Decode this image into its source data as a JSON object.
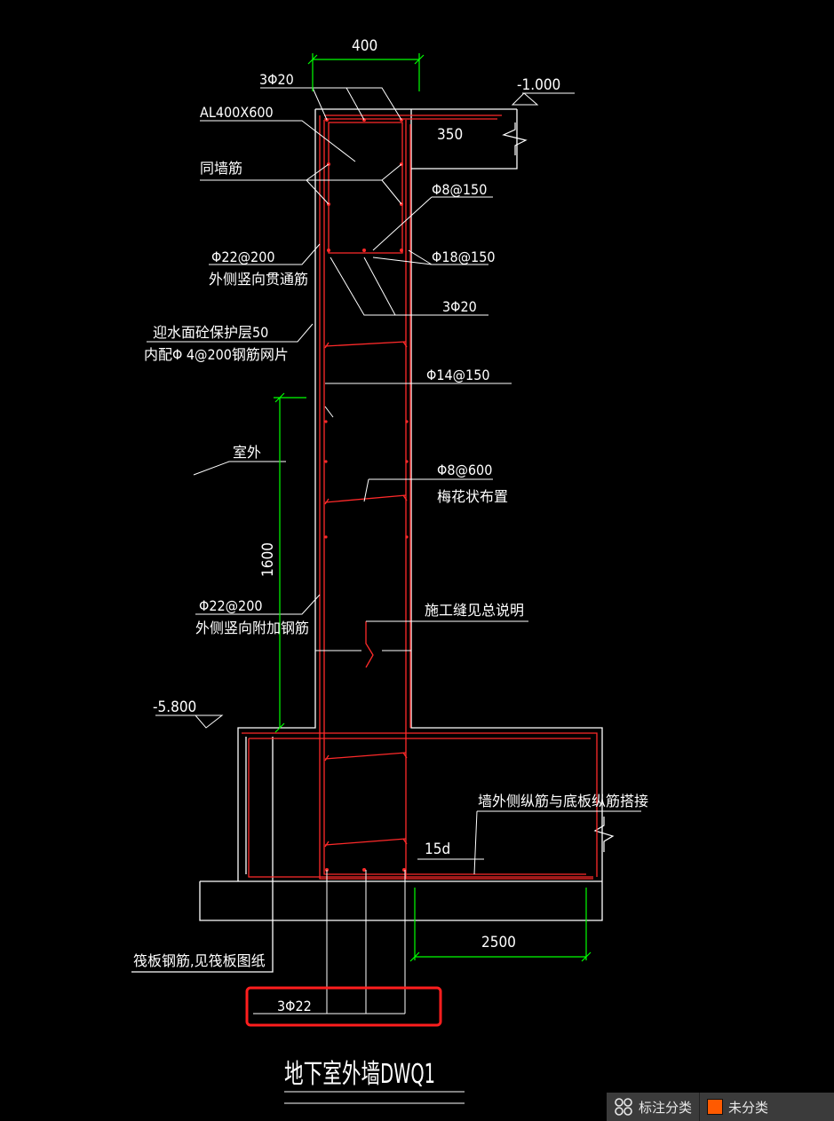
{
  "drawing": {
    "title": "地下室外墙DWQ1",
    "annotations": {
      "dim_400": "400",
      "beam_bars": "3Φ20",
      "beam_size": "AL400X600",
      "elev_top": "-1.000",
      "dim_350": "350",
      "same_wall_bar": "同墙筋",
      "stirrup": "Φ8@150",
      "outer_vert": "Φ22@200",
      "outer_vert_note": "外侧竖向贯通筋",
      "side_bar": "Φ18@150",
      "bottom_bars": "3Φ20",
      "cover_note1": "迎水面砼保护层50",
      "cover_note2": "内配Φ 4@200钢筋网片",
      "horiz_bar": "Φ14@150",
      "outside": "室外",
      "tie_bar": "Φ8@600",
      "tie_note": "梅花状布置",
      "dim_1600": "1600",
      "add_vert": "Φ22@200",
      "add_vert_note": "外侧竖向附加钢筋",
      "joint_note": "施工缝见总说明",
      "elev_bot": "-5.800",
      "lap_note": "墙外侧纵筋与底板纵筋搭接",
      "lap_15d": "15d",
      "dim_2500": "2500",
      "raft_note": "筏板钢筋,见筏板图纸",
      "highlight_bars": "3Φ22"
    }
  },
  "status_bar": {
    "category_label": "标注分类",
    "uncategorized_label": "未分类"
  },
  "colors": {
    "background": "#000000",
    "outline": "#ffffff",
    "rebar": "#ff2a2a",
    "dimension": "#00ff00",
    "highlight": "#ff1e1e",
    "swatch": "#ff5a00"
  }
}
